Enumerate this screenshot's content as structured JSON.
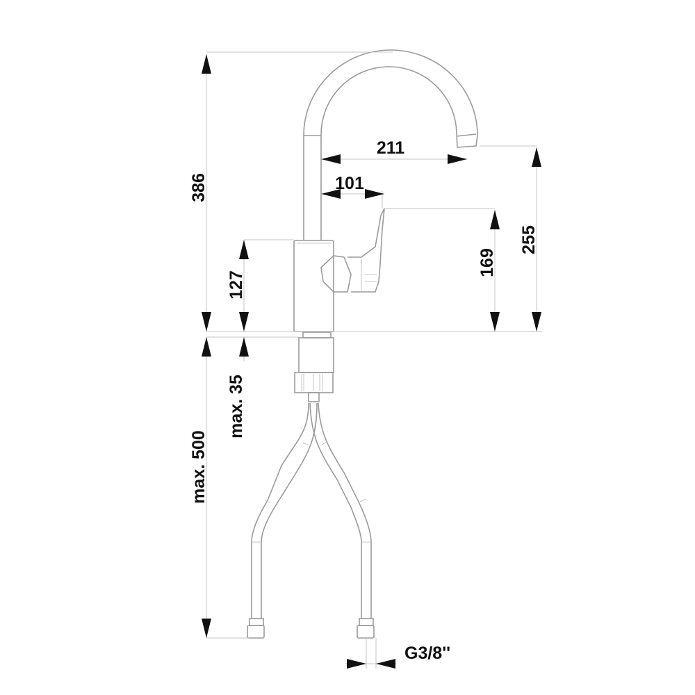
{
  "title": "Kitchen faucet dimension drawing",
  "dimensions": {
    "total_height": "386",
    "spout_reach": "211",
    "handle_reach": "101",
    "body_height": "127",
    "handle_height": "169",
    "spout_outlet_height": "255",
    "max_counter_thickness": "max. 35",
    "max_hose_length": "max. 500",
    "connection_thread": "G3/8''"
  }
}
